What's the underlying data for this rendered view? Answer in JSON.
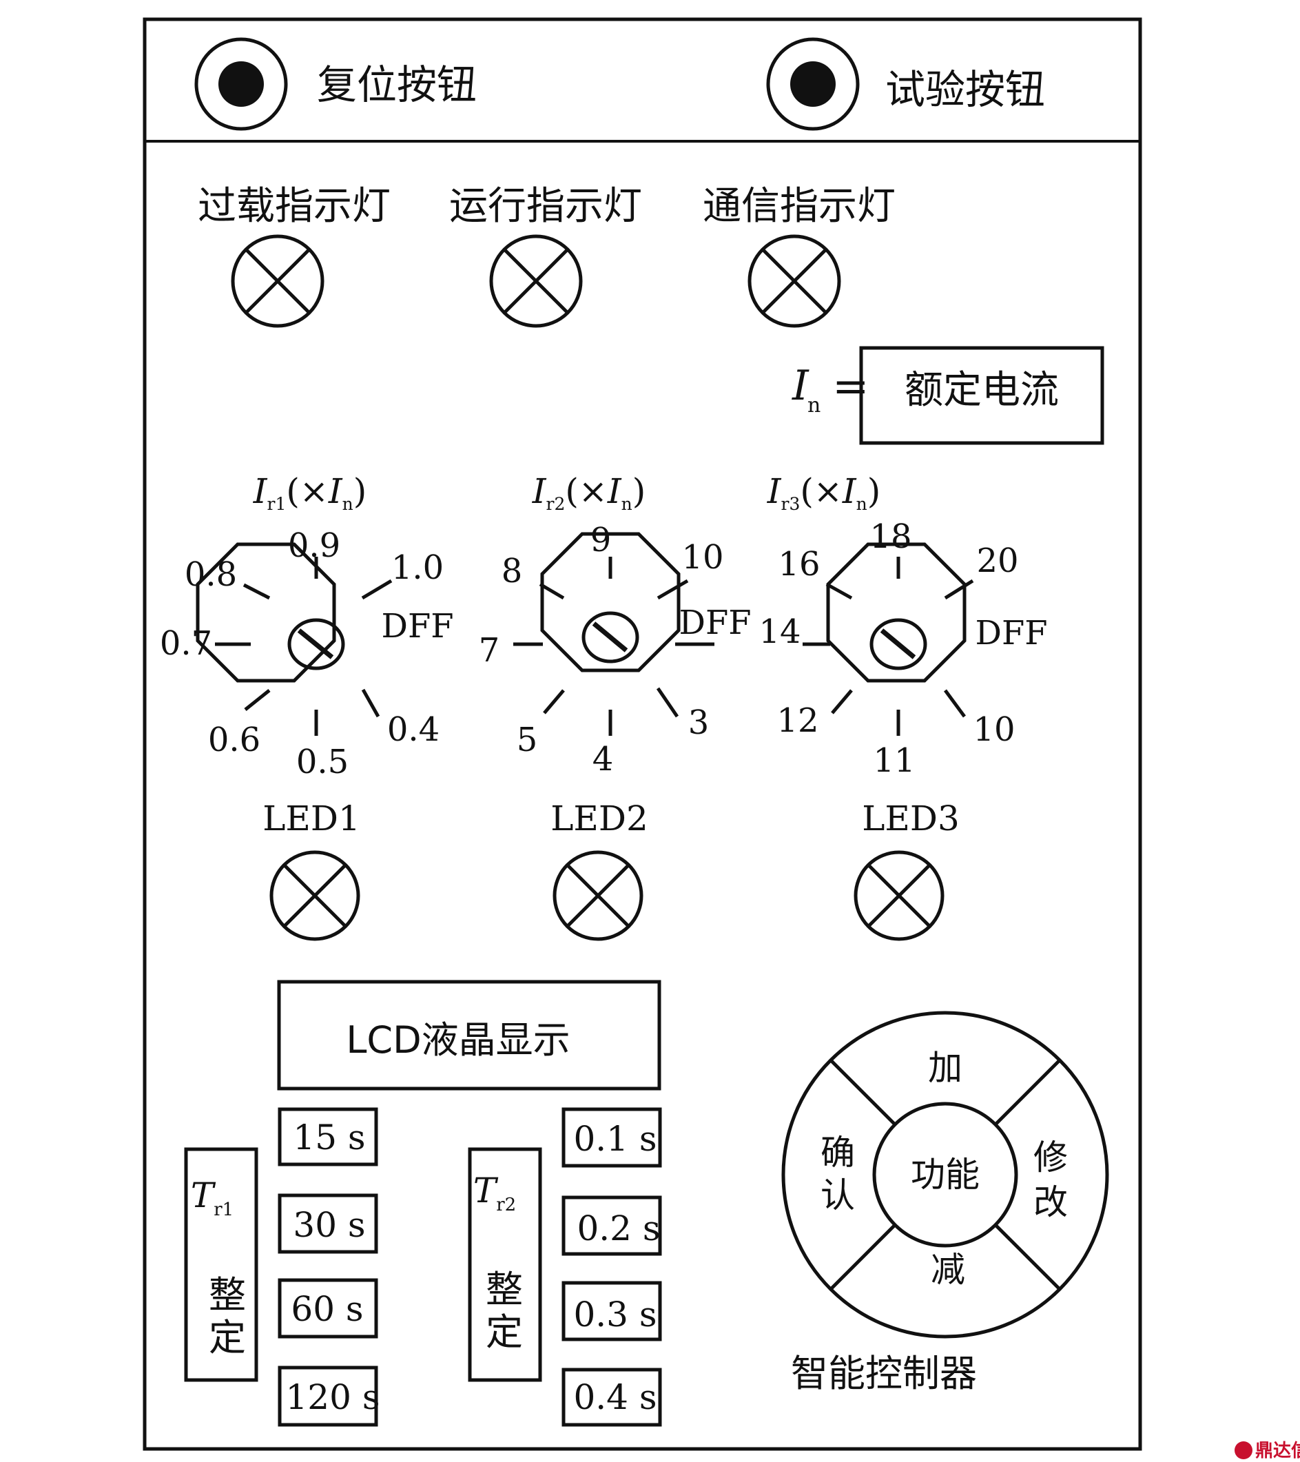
{
  "buttons": {
    "reset": "复位按钮",
    "test": "试验按钮"
  },
  "indicators": {
    "overload": "过载指示灯",
    "running": "运行指示灯",
    "communication": "通信指示灯"
  },
  "rated_current": {
    "symbol": "I",
    "subscript": "n",
    "equals": "=",
    "label": "额定电流"
  },
  "dials": [
    {
      "head_symbol": "I",
      "head_sub": "r1",
      "head_open": "(×",
      "head_inner_symbol": "I",
      "head_inner_sub": "n",
      "head_close": ")",
      "ticks": [
        "0.9",
        "1.0",
        "DFF",
        "0.4",
        "0.5",
        "0.6",
        "0.7",
        "0.8"
      ],
      "led": "LED1"
    },
    {
      "head_symbol": "I",
      "head_sub": "r2",
      "head_open": "(×",
      "head_inner_symbol": "I",
      "head_inner_sub": "n",
      "head_close": ")",
      "ticks": [
        "9",
        "10",
        "DFF",
        "3",
        "4",
        "5",
        "7",
        "8"
      ],
      "led": "LED2"
    },
    {
      "head_symbol": "I",
      "head_sub": "r3",
      "head_open": "(×",
      "head_inner_symbol": "I",
      "head_inner_sub": "n",
      "head_close": ")",
      "ticks": [
        "18",
        "20",
        "DFF",
        "10",
        "11",
        "12",
        "14",
        "16"
      ],
      "led": "LED3"
    }
  ],
  "lcd": "LCD液晶显示",
  "tr1": {
    "symbol": "T",
    "sub": "r1",
    "label_1": "整",
    "label_2": "定",
    "options": [
      "15 s",
      "30 s",
      "60 s",
      "120 s"
    ]
  },
  "tr2": {
    "symbol": "T",
    "sub": "r2",
    "label_1": "整",
    "label_2": "定",
    "options": [
      "0.1 s",
      "0.2 s",
      "0.3 s",
      "0.4 s"
    ]
  },
  "keypad": {
    "top": "加",
    "bottom": "减",
    "left_1": "确",
    "left_2": "认",
    "right_1": "修",
    "right_2": "改",
    "center": "功能"
  },
  "controller_label": "智能控制器",
  "watermark": "鼎达信"
}
